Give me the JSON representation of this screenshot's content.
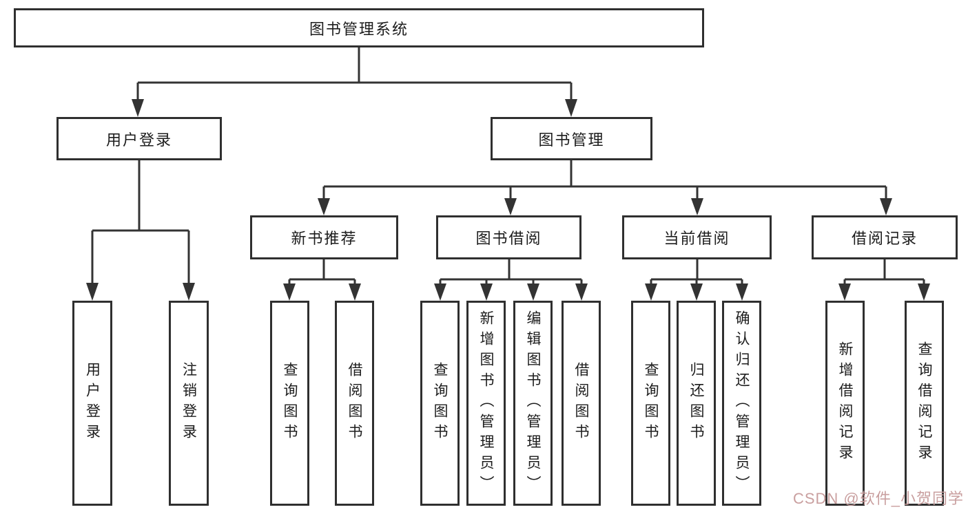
{
  "diagram": {
    "root": {
      "label": "图书管理系统"
    },
    "branches": [
      {
        "label": "用户登录",
        "children": [
          {
            "label": "用户登录"
          },
          {
            "label": "注销登录"
          }
        ]
      },
      {
        "label": "图书管理",
        "children": [
          {
            "label": "新书推荐",
            "children": [
              {
                "label": "查询图书"
              },
              {
                "label": "借阅图书"
              }
            ]
          },
          {
            "label": "图书借阅",
            "children": [
              {
                "label": "查询图书"
              },
              {
                "label": "新增图书（管理员）"
              },
              {
                "label": "编辑图书（管理员）"
              },
              {
                "label": "借阅图书"
              }
            ]
          },
          {
            "label": "当前借阅",
            "children": [
              {
                "label": "查询图书"
              },
              {
                "label": "归还图书"
              },
              {
                "label": "确认归还（管理员）"
              }
            ]
          },
          {
            "label": "借阅记录",
            "children": [
              {
                "label": "新增借阅记录"
              },
              {
                "label": "查询借阅记录"
              }
            ]
          }
        ]
      }
    ]
  },
  "watermark": {
    "text": "CSDN @软件_小贺同学",
    "color": "#c79a9a"
  },
  "colors": {
    "line": "#333333",
    "box_border": "#2f2f2f",
    "text": "#1c1c1c",
    "background": "#ffffff"
  }
}
